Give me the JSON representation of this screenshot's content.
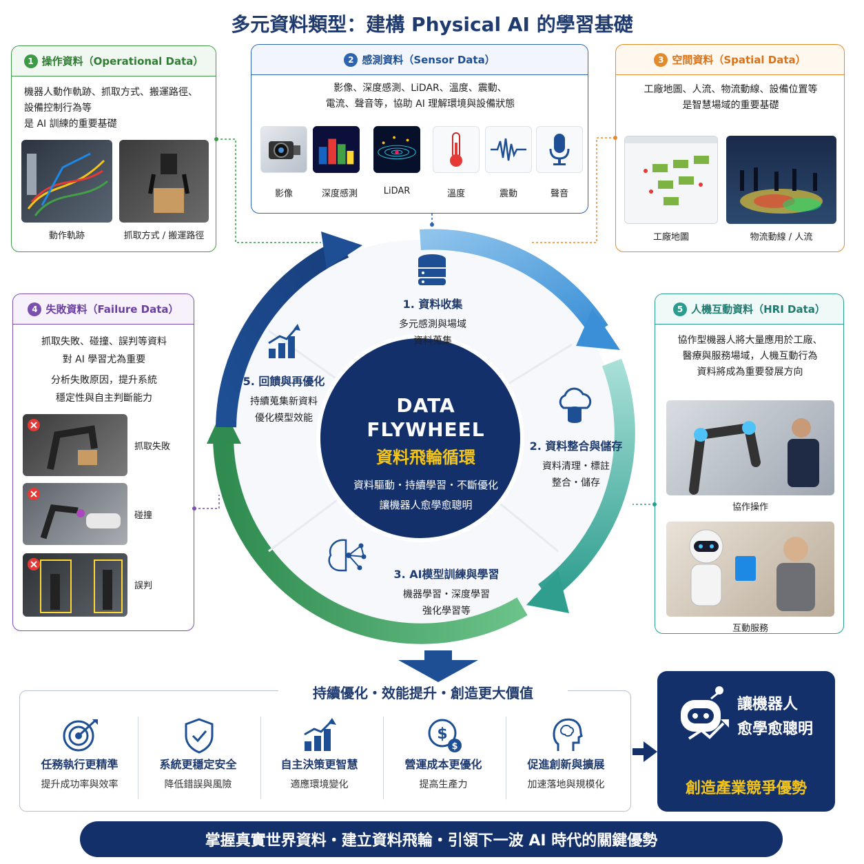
{
  "title": "多元資料類型：建構 Physical AI 的學習基礎",
  "cards": {
    "operational": {
      "num": "1",
      "title": "操作資料（Operational Data）",
      "lines": [
        "機器人動作軌跡、抓取方式、搬運路徑、",
        "設備控制行為等",
        "是 AI 訓練的重要基礎"
      ],
      "captions": [
        "動作軌跡",
        "抓取方式 / 搬運路徑"
      ]
    },
    "sensor": {
      "num": "2",
      "title": "感測資料（Sensor Data）",
      "lines": [
        "影像、深度感測、LiDAR、溫度、震動、",
        "電流、聲音等，協助 AI 理解環境與設備狀態"
      ],
      "captions": [
        "影像",
        "深度感測",
        "LiDAR",
        "溫度",
        "震動",
        "聲音"
      ]
    },
    "spatial": {
      "num": "3",
      "title": "空間資料（Spatial Data）",
      "lines": [
        "工廠地圖、人流、物流動線、設備位置等",
        "是智慧場域的重要基礎"
      ],
      "captions": [
        "工廠地圖",
        "物流動線 / 人流"
      ]
    },
    "failure": {
      "num": "4",
      "title": "失敗資料（Failure Data）",
      "lines": [
        "抓取失敗、碰撞、誤判等資料",
        "對 AI 學習尤為重要",
        "分析失敗原因，提升系統",
        "穩定性與自主判斷能力"
      ],
      "captions": [
        "抓取失敗",
        "碰撞",
        "誤判"
      ]
    },
    "hri": {
      "num": "5",
      "title": "人機互動資料（HRI Data）",
      "lines": [
        "協作型機器人將大量應用於工廠、",
        "醫療與服務場域，人機互動行為",
        "資料將成為重要發展方向"
      ],
      "captions": [
        "協作操作",
        "互動服務"
      ]
    }
  },
  "flywheel": {
    "center_title_1": "DATA",
    "center_title_2": "FLYWHEEL",
    "center_subtitle": "資料飛輪循環",
    "center_line_1": "資料驅動・持續學習・不斷優化",
    "center_line_2": "讓機器人愈學愈聰明",
    "steps": [
      {
        "title": "1. 資料收集",
        "lines": [
          "多元感測與場域",
          "資料蒐集"
        ],
        "icon": "database-icon"
      },
      {
        "title": "2. 資料整合與儲存",
        "lines": [
          "資料清理・標註",
          "整合・儲存"
        ],
        "icon": "cloud-database-icon"
      },
      {
        "title": "3. AI模型訓練與學習",
        "lines": [
          "機器學習・深度學習",
          "強化學習等"
        ],
        "icon": "brain-network-icon"
      },
      {
        "title": "5. 回饋與再優化",
        "lines": [
          "持續蒐集新資料",
          "優化模型效能"
        ],
        "icon": "growth-chart-icon"
      }
    ]
  },
  "benefits": {
    "header": "持續優化・效能提升・創造更大價值",
    "items": [
      {
        "title": "任務執行更精準",
        "sub": "提升成功率與效率",
        "icon": "target-icon"
      },
      {
        "title": "系統更穩定安全",
        "sub": "降低錯誤與風險",
        "icon": "shield-icon"
      },
      {
        "title": "自主決策更智慧",
        "sub": "適應環境變化",
        "icon": "bar-chart-icon"
      },
      {
        "title": "營運成本更優化",
        "sub": "提高生產力",
        "icon": "dollar-icon"
      },
      {
        "title": "促進創新與擴展",
        "sub": "加速落地與規模化",
        "icon": "head-brain-icon"
      }
    ]
  },
  "robot_box": {
    "line_1": "讓機器人",
    "line_2": "愈學愈聰明",
    "line_3": "創造產業競爭優勢"
  },
  "footer": "掌握真實世界資料・建立資料飛輪・引領下一波 AI 時代的關鍵優勢",
  "colors": {
    "operational": "#3f9a48",
    "sensor": "#2c64b0",
    "spatial": "#e38b2c",
    "failure": "#7a4fb0",
    "hri": "#2a9d8f",
    "navy": "#13306b",
    "gold": "#f5c518"
  }
}
